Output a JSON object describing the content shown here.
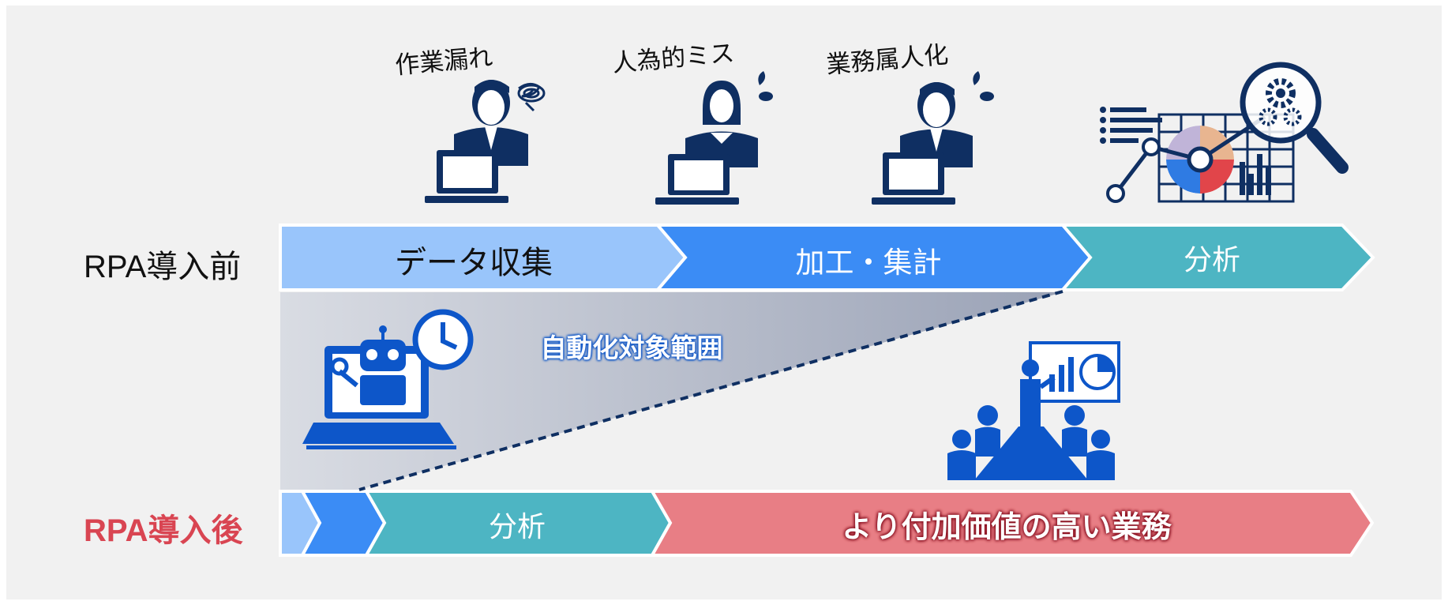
{
  "before_label": "RPA導入前",
  "after_label": "RPA導入後",
  "issues": [
    "作業漏れ",
    "人為的ミス",
    "業務属人化"
  ],
  "before_segments": [
    {
      "label": "データ収集",
      "color": "#99c5fb",
      "text_color": "#111111"
    },
    {
      "label": "加工・集計",
      "color": "#3b8cf5",
      "text_color": "#ffffff"
    },
    {
      "label": "分析",
      "color": "#4db5c3",
      "text_color": "#ffffff"
    }
  ],
  "after_segments": [
    {
      "label": "",
      "color": "#99c5fb"
    },
    {
      "label": "",
      "color": "#3b8cf5"
    },
    {
      "label": "分析",
      "color": "#4db5c3",
      "text_color": "#ffffff"
    },
    {
      "label": "より付加価値の高い業務",
      "color": "#e87e85",
      "text_color": "#ffffff"
    }
  ],
  "automation_scope_label": "自動化対象範囲",
  "colors": {
    "panel": "#f1f1f1",
    "navy": "#0f2f62",
    "blue": "#0d56c9",
    "after_label": "#d94552"
  },
  "icons": [
    "worker-confused-icon",
    "worker-sweat-female-icon",
    "worker-sweat-icon",
    "analytics-magnifier-icon",
    "robot-laptop-clock-icon",
    "presentation-audience-icon"
  ]
}
